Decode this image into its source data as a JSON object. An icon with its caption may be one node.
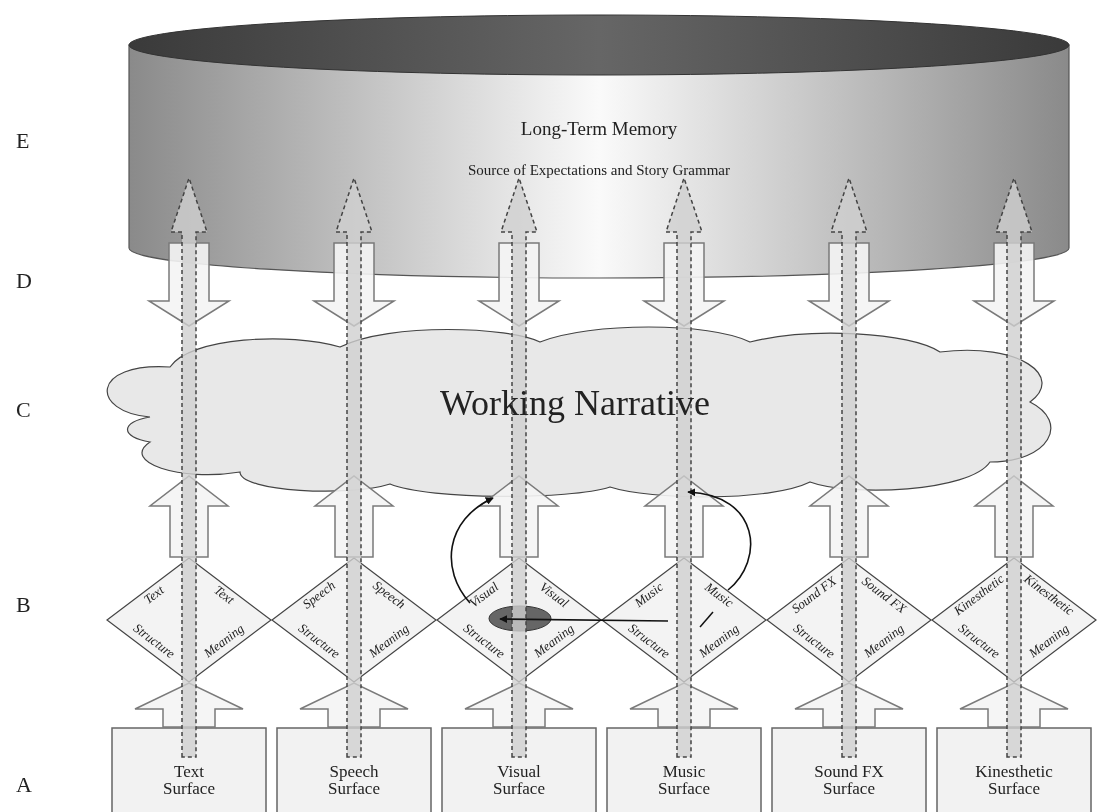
{
  "diagram": {
    "nodes": [
      {
        "text": [
          "Long-Term Memory",
          "Source of Expectations and Story Grammar"
        ]
      },
      {
        "text": [
          "Working Narrative"
        ]
      },
      {
        "text": [
          "Text",
          "Text",
          "Structure",
          "Meaning"
        ]
      },
      {
        "text": [
          "Speech",
          "Speech",
          "Structure",
          "Meaning"
        ]
      },
      {
        "text": [
          "Visual",
          "Visual",
          "Structure",
          "Meaning"
        ]
      },
      {
        "text": [
          "Music",
          "Music",
          "Structure",
          "Meaning"
        ]
      },
      {
        "text": [
          "Sound FX",
          "Sound FX",
          "Structure",
          "Meaning"
        ]
      },
      {
        "text": [
          "Kinesthetic",
          "Kinesthetic",
          "Structure",
          "Meaning"
        ]
      },
      {
        "text": [],
        "shape": "ellipse",
        "in": 4
      },
      {
        "text": [
          "Text Surface"
        ]
      },
      {
        "text": [
          "Speech Surface"
        ]
      },
      {
        "text": [
          "Visual Surface"
        ]
      },
      {
        "text": [
          "Music Surface"
        ]
      },
      {
        "text": [
          "Sound FX Surface"
        ]
      },
      {
        "text": [
          "Kinesthetic Surface"
        ]
      }
    ],
    "edges": [
      {
        "from": 9,
        "to": 2,
        "arrow": "to",
        "style": "thick"
      },
      {
        "from": 10,
        "to": 3,
        "arrow": "to",
        "style": "thick"
      },
      {
        "from": 11,
        "to": 4,
        "arrow": "to",
        "style": "thick"
      },
      {
        "from": 12,
        "to": 5,
        "arrow": "to",
        "style": "thick"
      },
      {
        "from": 13,
        "to": 6,
        "arrow": "to",
        "style": "thick"
      },
      {
        "from": 14,
        "to": 7,
        "arrow": "to",
        "style": "thick"
      },
      {
        "from": 2,
        "to": 1,
        "arrow": "to",
        "style": "thick"
      },
      {
        "from": 3,
        "to": 1,
        "arrow": "to",
        "style": "thick"
      },
      {
        "from": 4,
        "to": 1,
        "arrow": "to",
        "style": "thick"
      },
      {
        "from": 5,
        "to": 1,
        "arrow": "to",
        "style": "thick"
      },
      {
        "from": 6,
        "to": 1,
        "arrow": "to",
        "style": "thick"
      },
      {
        "from": 7,
        "to": 1,
        "arrow": "to",
        "style": "thick"
      },
      {
        "from": 0,
        "to": 1,
        "arrow": "to",
        "style": "thick"
      },
      {
        "from": 0,
        "to": 1,
        "arrow": "to",
        "style": "thick"
      },
      {
        "from": 0,
        "to": 1,
        "arrow": "to",
        "style": "thick"
      },
      {
        "from": 0,
        "to": 1,
        "arrow": "to",
        "style": "thick"
      },
      {
        "from": 0,
        "to": 1,
        "arrow": "to",
        "style": "thick"
      },
      {
        "from": 0,
        "to": 1,
        "arrow": "to",
        "style": "thick"
      },
      {
        "from": 9,
        "to": 0,
        "arrow": "to",
        "style": "dashed"
      },
      {
        "from": 10,
        "to": 0,
        "arrow": "to",
        "style": "dashed"
      },
      {
        "from": 11,
        "to": 0,
        "arrow": "to",
        "style": "dashed"
      },
      {
        "from": 12,
        "to": 0,
        "arrow": "to",
        "style": "dashed"
      },
      {
        "from": 13,
        "to": 0,
        "arrow": "to",
        "style": "dashed"
      },
      {
        "from": 14,
        "to": 0,
        "arrow": "to",
        "style": "dashed"
      },
      {
        "from": 4,
        "to": 1,
        "arrow": "to"
      },
      {
        "from": 5,
        "to": 1,
        "arrow": "to"
      },
      {
        "from": 5,
        "to": 8,
        "arrow": "to"
      }
    ],
    "labels": [
      "E",
      "D",
      "C",
      "B",
      "A"
    ]
  }
}
